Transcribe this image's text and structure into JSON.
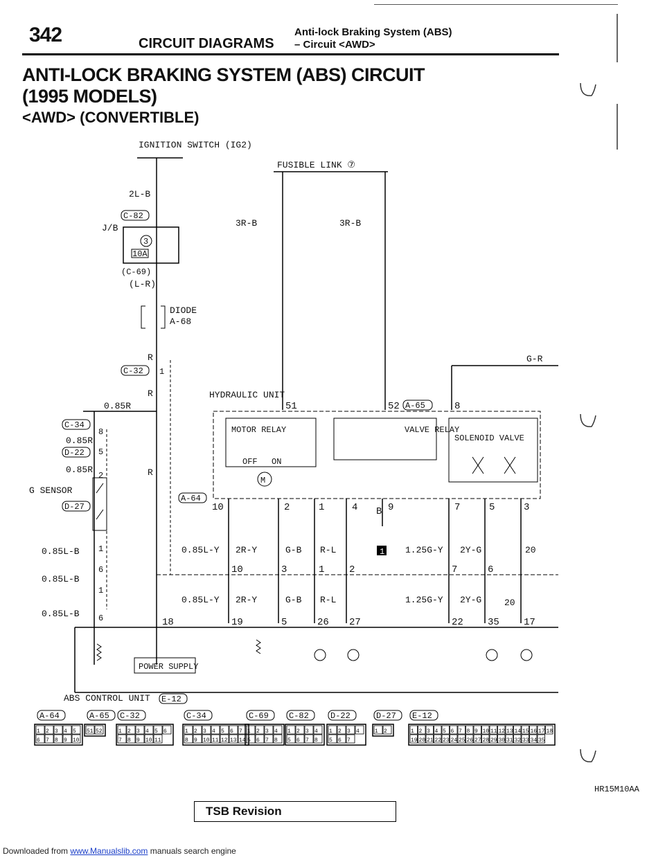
{
  "header": {
    "page_number": "342",
    "section": "CIRCUIT DIAGRAMS",
    "subtitle_line1": "Anti-lock Braking System (ABS)",
    "subtitle_line2": "– Circuit <AWD>"
  },
  "title": {
    "line1": "ANTI-LOCK BRAKING SYSTEM (ABS) CIRCUIT",
    "line2": "(1995 MODELS)",
    "line3": "<AWD> (CONVERTIBLE)"
  },
  "diagram": {
    "ignition_switch": "IGNITION SWITCH (IG2)",
    "fusible_link": "FUSIBLE LINK ⑦",
    "wire_2l_b": "2L-B",
    "conn_c82": "C-82",
    "jb": "J/B",
    "fuse_num": "3",
    "fuse_amp": "10A",
    "conn_c69": "(C-69)",
    "wire_l_r": "(L-R)",
    "diode": "DIODE",
    "diode_id": "A-68",
    "wire_r": "R",
    "conn_c32": "C-32",
    "wire_085r": "0.85R",
    "conn_c34": "C-34",
    "conn_d22": "D-22",
    "g_sensor": "G SENSOR",
    "conn_d27": "D-27",
    "wire_085l_b": "0.85L-B",
    "wire_3r_b": "3R-B",
    "hydraulic_unit": "HYDRAULIC UNIT",
    "conn_a65": "A-65",
    "conn_a64": "A-64",
    "motor_relay": "MOTOR RELAY",
    "valve_relay": "VALVE RELAY",
    "solenoid_valve": "SOLENOID VALVE",
    "off_label": "OFF",
    "on_label": "ON",
    "motor_label": "M",
    "wire_g_r": "G-R",
    "wire_085l_y": "0.85L-Y",
    "wire_2r_y": "2R-Y",
    "wire_g_b": "G-B",
    "wire_r_l": "R-L",
    "wire_125g_y": "1.25G-Y",
    "wire_2y_g": "2Y-G",
    "power_supply": "POWER SUPPLY",
    "abs_unit": "ABS CONTROL UNIT",
    "conn_e12": "E-12",
    "marker_1": "1",
    "pin_labels": {
      "p51": "51",
      "p52": "52",
      "p8": "8",
      "p10": "10",
      "p2": "2",
      "p1": "1",
      "p4": "4",
      "pB": "B",
      "p9": "9",
      "p7": "7",
      "p5": "5",
      "p3": "3",
      "j10": "10",
      "j3": "3",
      "j1": "1",
      "j2": "2",
      "j7": "7",
      "j6": "6",
      "e18": "18",
      "e19": "19",
      "e5": "5",
      "e26": "26",
      "e27": "27",
      "e22": "22",
      "e35": "35",
      "e17": "17",
      "s8": "8",
      "s5": "5",
      "s2": "2",
      "s1": "1",
      "s6": "6",
      "s1b": "1",
      "s6b": "6",
      "r20a": "20",
      "r20b": "20"
    }
  },
  "connector_strip": {
    "labels": [
      "A-64",
      "A-65",
      "C-32",
      "C-34",
      "C-69",
      "C-82",
      "D-22",
      "D-27",
      "E-12"
    ],
    "a64_pins": [
      "1",
      "2",
      "3",
      "4",
      "5",
      "6",
      "7",
      "8",
      "9",
      "10"
    ],
    "a65_pins": [
      "51",
      "52"
    ],
    "c32_pins": [
      "1",
      "2",
      "3",
      "4",
      "5",
      "6",
      "7",
      "8",
      "9",
      "10",
      "11"
    ],
    "c34_pins": [
      "1",
      "2",
      "3",
      "4",
      "5",
      "6",
      "7",
      "8",
      "9",
      "10",
      "11",
      "12",
      "13",
      "14"
    ],
    "c69_pins": [
      "1",
      "2",
      "3",
      "4",
      "5",
      "6",
      "7",
      "8"
    ],
    "c82_pins": [
      "1",
      "2",
      "3",
      "4",
      "5",
      "6",
      "7",
      "8"
    ],
    "d22_pins": [
      "1",
      "2",
      "3",
      "4",
      "5",
      "6",
      "7"
    ],
    "d27_pins": [
      "1",
      "2"
    ],
    "e12_pins": [
      "1",
      "2",
      "3",
      "4",
      "5",
      "6",
      "7",
      "8",
      "9",
      "10",
      "11",
      "12",
      "13",
      "14",
      "15",
      "16",
      "17",
      "18",
      "19",
      "20",
      "21",
      "22",
      "23",
      "24",
      "25",
      "26",
      "27",
      "28",
      "29",
      "30",
      "31",
      "32",
      "33",
      "34",
      "35"
    ]
  },
  "figure_id": "HR15M10AA",
  "tsb": "TSB Revision",
  "footer": {
    "prefix": "Downloaded from ",
    "link": "www.Manualslib.com",
    "suffix": " manuals search engine"
  }
}
